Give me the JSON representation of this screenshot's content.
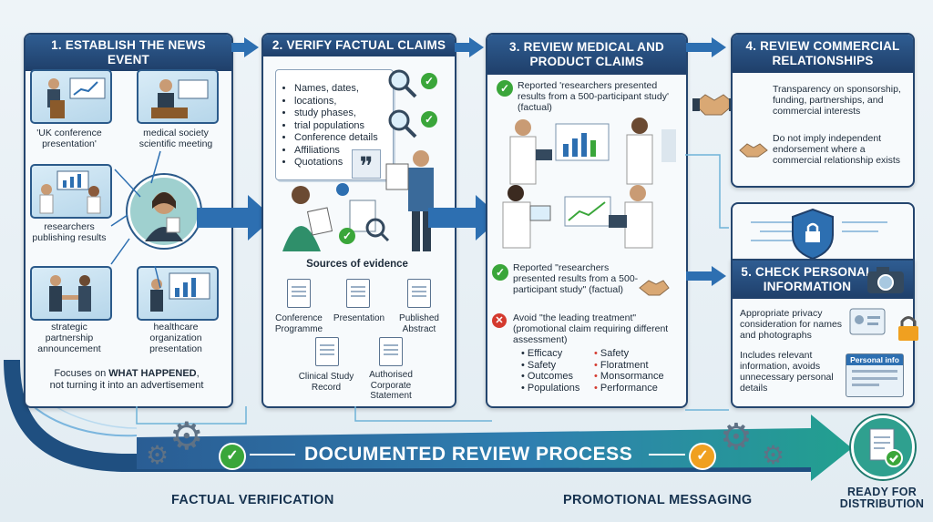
{
  "panels": {
    "p1": {
      "title": "1. ESTABLISH THE NEWS EVENT",
      "items": [
        "'UK conference presentation'",
        "medical society scientific meeting",
        "researchers publishing results",
        "strategic partnership announcement",
        "healthcare organization presentation"
      ],
      "footer_prefix": "Focuses on ",
      "footer_bold": "WHAT HAPPENED",
      "footer_suffix": ",",
      "footer_line2": "not turning it into an advertisement"
    },
    "p2": {
      "title": "2. VERIFY FACTUAL CLAIMS",
      "checklist": [
        "Names, dates,",
        "locations,",
        "study phases,",
        "trial populations",
        "Conference details",
        "Affiliations",
        "Quotations"
      ],
      "sources_title": "Sources of evidence",
      "sources": [
        "Conference Programme",
        "Presentation",
        "Published Abstract",
        "Clinical Study Record",
        "Authorised Corporate Statement"
      ]
    },
    "p3": {
      "title": "3. REVIEW MEDICAL AND PRODUCT CLAIMS",
      "claim1": "Reported 'researchers presented results from a 500-participant study' (factual)",
      "claim2": "Reported \"researchers presented results from a 500-participant study\" (factual)",
      "avoid": "Avoid \"the leading treatment\" (promotional claim requiring different assessment)",
      "terms_left": [
        "Efficacy",
        "Safety",
        "Outcomes",
        "Populations"
      ],
      "terms_right": [
        "Safety",
        "Floratment",
        "Monsormance",
        "Performance"
      ]
    },
    "p4": {
      "title": "4. REVIEW COMMERCIAL RELATIONSHIPS",
      "text1": "Transparency on sponsorship, funding, partnerships, and commercial interests",
      "text2": "Do not imply independent endorsement where a commercial relationship exists"
    },
    "p5": {
      "title": "5. CHECK PERSONAL INFORMATION",
      "text1": "Appropriate privacy consideration for names and photographs",
      "text2": "Includes relevant information, avoids unnecessary personal details",
      "badge": "Personal info"
    }
  },
  "bottom": {
    "process": "DOCUMENTED REVIEW PROCESS",
    "left": "FACTUAL VERIFICATION",
    "middle": "PROMOTIONAL MESSAGING",
    "right": "READY FOR DISTRIBUTION"
  },
  "colors": {
    "navy": "#1f3f6a",
    "accent": "#2d6fb1",
    "teal": "#1f8f86",
    "check": "#3aa63a",
    "warn": "#d43a2f",
    "orange": "#f0a020"
  }
}
